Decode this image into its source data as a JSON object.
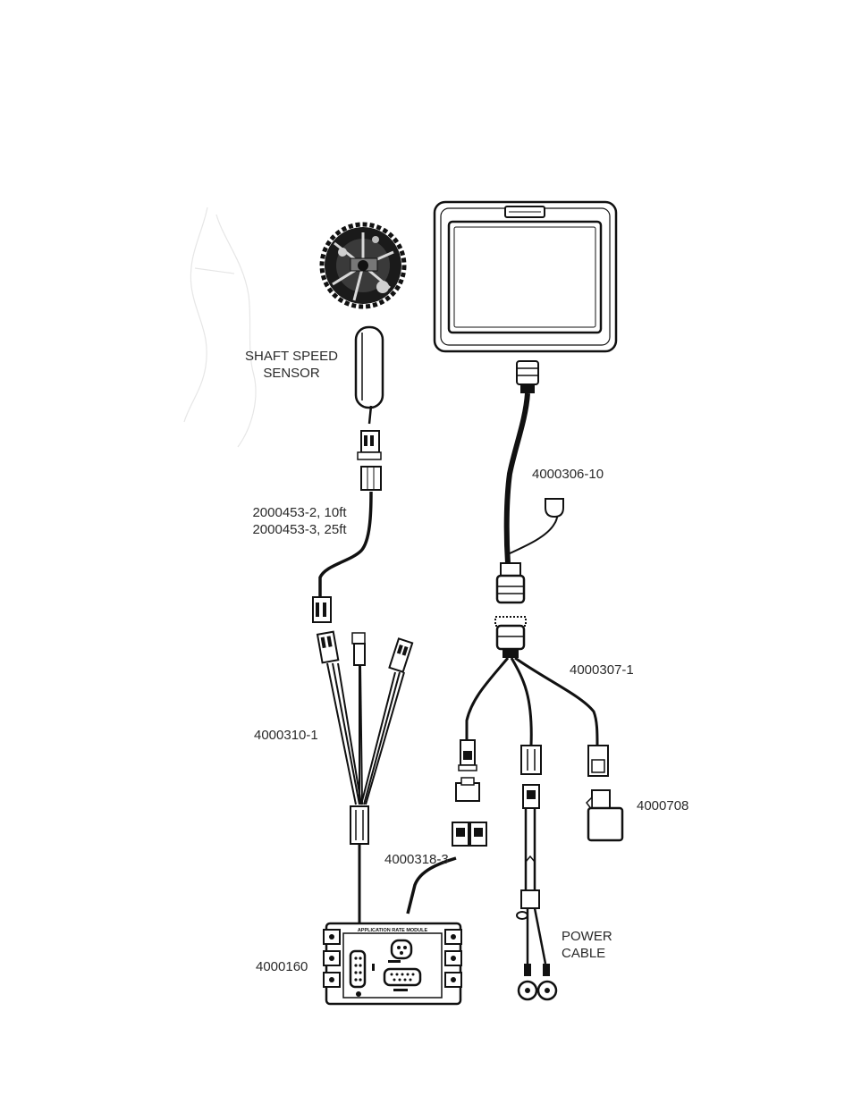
{
  "labels": {
    "shaft_speed_sensor": [
      "SHAFT SPEED",
      "SENSOR"
    ],
    "extension_cable": [
      "2000453-2, 10ft",
      "2000453-3, 25ft"
    ],
    "display_cable": "4000306-10",
    "power_harness": "4000307-1",
    "sensor_harness": "4000310-1",
    "power_adapter": "4000708",
    "module_cable": "4000318-3",
    "rate_module": "4000160",
    "power_cable": [
      "POWER",
      "CABLE"
    ]
  },
  "module_face_text": "APPLICATION RATE MODULE",
  "colors": {
    "line": "#111111",
    "text": "#2a2a2a",
    "background": "#ffffff"
  }
}
